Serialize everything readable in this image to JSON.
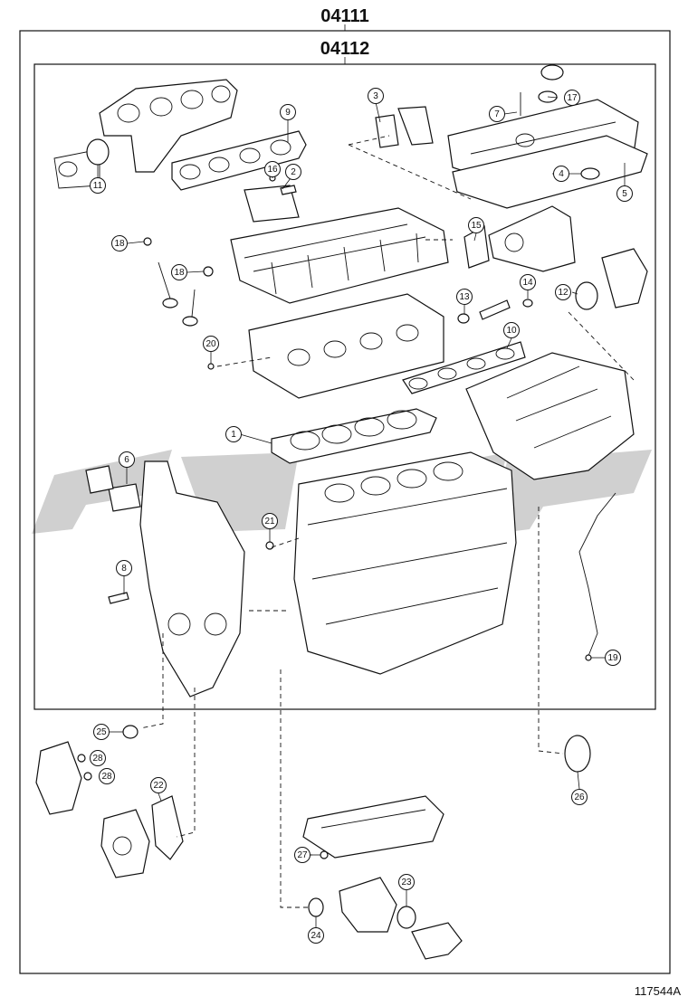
{
  "kit_codes": {
    "outer": "04111",
    "inner": "04112"
  },
  "reference_number": "117544A",
  "callouts": [
    {
      "id": "c1",
      "label": "1"
    },
    {
      "id": "c2",
      "label": "2"
    },
    {
      "id": "c3",
      "label": "3"
    },
    {
      "id": "c4",
      "label": "4"
    },
    {
      "id": "c5",
      "label": "5"
    },
    {
      "id": "c6",
      "label": "6"
    },
    {
      "id": "c7",
      "label": "7"
    },
    {
      "id": "c8",
      "label": "8"
    },
    {
      "id": "c9",
      "label": "9"
    },
    {
      "id": "c10",
      "label": "10"
    },
    {
      "id": "c11",
      "label": "11"
    },
    {
      "id": "c12",
      "label": "12"
    },
    {
      "id": "c13",
      "label": "13"
    },
    {
      "id": "c14",
      "label": "14"
    },
    {
      "id": "c15",
      "label": "15"
    },
    {
      "id": "c16",
      "label": "16"
    },
    {
      "id": "c17",
      "label": "17"
    },
    {
      "id": "c18a",
      "label": "18"
    },
    {
      "id": "c18b",
      "label": "18"
    },
    {
      "id": "c19",
      "label": "19"
    },
    {
      "id": "c20",
      "label": "20"
    },
    {
      "id": "c21",
      "label": "21"
    },
    {
      "id": "c22",
      "label": "22"
    },
    {
      "id": "c23",
      "label": "23"
    },
    {
      "id": "c24",
      "label": "24"
    },
    {
      "id": "c25",
      "label": "25"
    },
    {
      "id": "c26",
      "label": "26"
    },
    {
      "id": "c27",
      "label": "27"
    },
    {
      "id": "c28a",
      "label": "28"
    },
    {
      "id": "c28b",
      "label": "28"
    }
  ],
  "colors": {
    "line": "#111111",
    "watermark": "#c8c8c8"
  }
}
